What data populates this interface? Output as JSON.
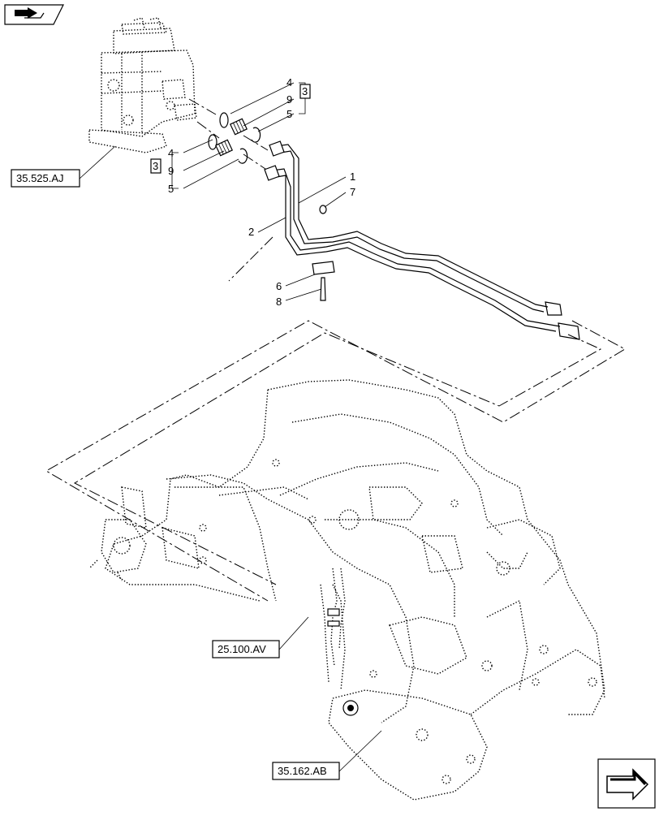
{
  "references": {
    "valve": "35.525.AJ",
    "harness": "25.100.AV",
    "support": "35.162.AB"
  },
  "callouts": {
    "group_upper": [
      "4",
      "9",
      "5"
    ],
    "group_lower": [
      "4",
      "9",
      "5"
    ],
    "group_upper_bracket": "3",
    "group_lower_bracket": "3",
    "item_1": "1",
    "item_2": "2",
    "item_6": "6",
    "item_7": "7",
    "item_8": "8"
  },
  "icons": {
    "top_left": "view-direction-icon",
    "bottom_right": "next-page-arrow-icon"
  }
}
